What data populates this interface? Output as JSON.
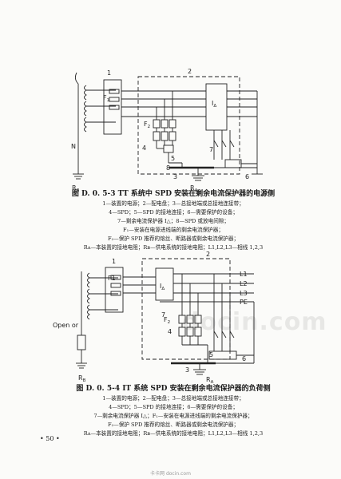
{
  "figure1": {
    "title": "图 D. 0. 5-3   TT 系统中 SPD 安装在剩余电流保护器的电源侧",
    "legend": [
      "1—装置的电源；2—配电盘；3—总接地端或总接地连接带；",
      "4—SPD；5—SPD 的接地连接；6—需要保护的设备；",
      "7—剩余电流保护器 I△；8—SPD 或放电间隙；",
      "F₁—安装在电源进线端的剩余电流保护器；",
      "F₂—保护 SPD 推荐的熔丝、断路器或剩余电流保护器；",
      "Rᴀ—本装置的接地电阻；Rʙ—供电系统的接地电阻；L1,L2,L3—相线 1,2,3"
    ],
    "labels": {
      "n1": "1",
      "n2": "2",
      "n3": "3",
      "n4": "4",
      "n5": "5",
      "n6": "6",
      "n7": "7",
      "n8": "8",
      "N": "N",
      "RB": "R",
      "RB_sub": "B",
      "RA": "R",
      "RA_sub": "A",
      "F1": "F",
      "F1_sub": "1",
      "F2": "F",
      "F2_sub": "2",
      "IA": "I",
      "IA_sub": "Δ"
    }
  },
  "figure2": {
    "title": "图 D. 0. 5-4   IT 系统 SPD 安装在剩余电流保护器的负荷侧",
    "legend": [
      "1—装置的电源；2—配电盘；3—总接地端或总接地连接带；",
      "4—SPD；5—SPD 的接地连接；6—需要保护的设备；",
      "7—剩余电流保护器 I△；F₁—安装在电源进线端的剩余电流保护器；",
      "F₂—保护 SPD 推荐的熔丝、断路器或剩余电流保护器；",
      "Rᴀ—本装置的接地电阻；Rʙ—供电系统的接地电阻；L1,L2,L3—相线 1,2,3"
    ],
    "labels": {
      "n1": "1",
      "n2": "2",
      "n3": "3",
      "n4": "4",
      "n5": "5",
      "n6": "6",
      "n7": "7",
      "L1": "L1",
      "L2": "L2",
      "L3": "L3",
      "PE": "PE",
      "open": "Open or",
      "RB": "R",
      "RB_sub": "B",
      "RA": "R",
      "RA_sub": "A",
      "F1": "F1",
      "F2": "F",
      "F2_sub": "2",
      "IA": "I",
      "IA_sub": "Δ"
    }
  },
  "page_number": "• 50 •",
  "watermark": "docin.com",
  "footer": "卡卡网 docin.com"
}
